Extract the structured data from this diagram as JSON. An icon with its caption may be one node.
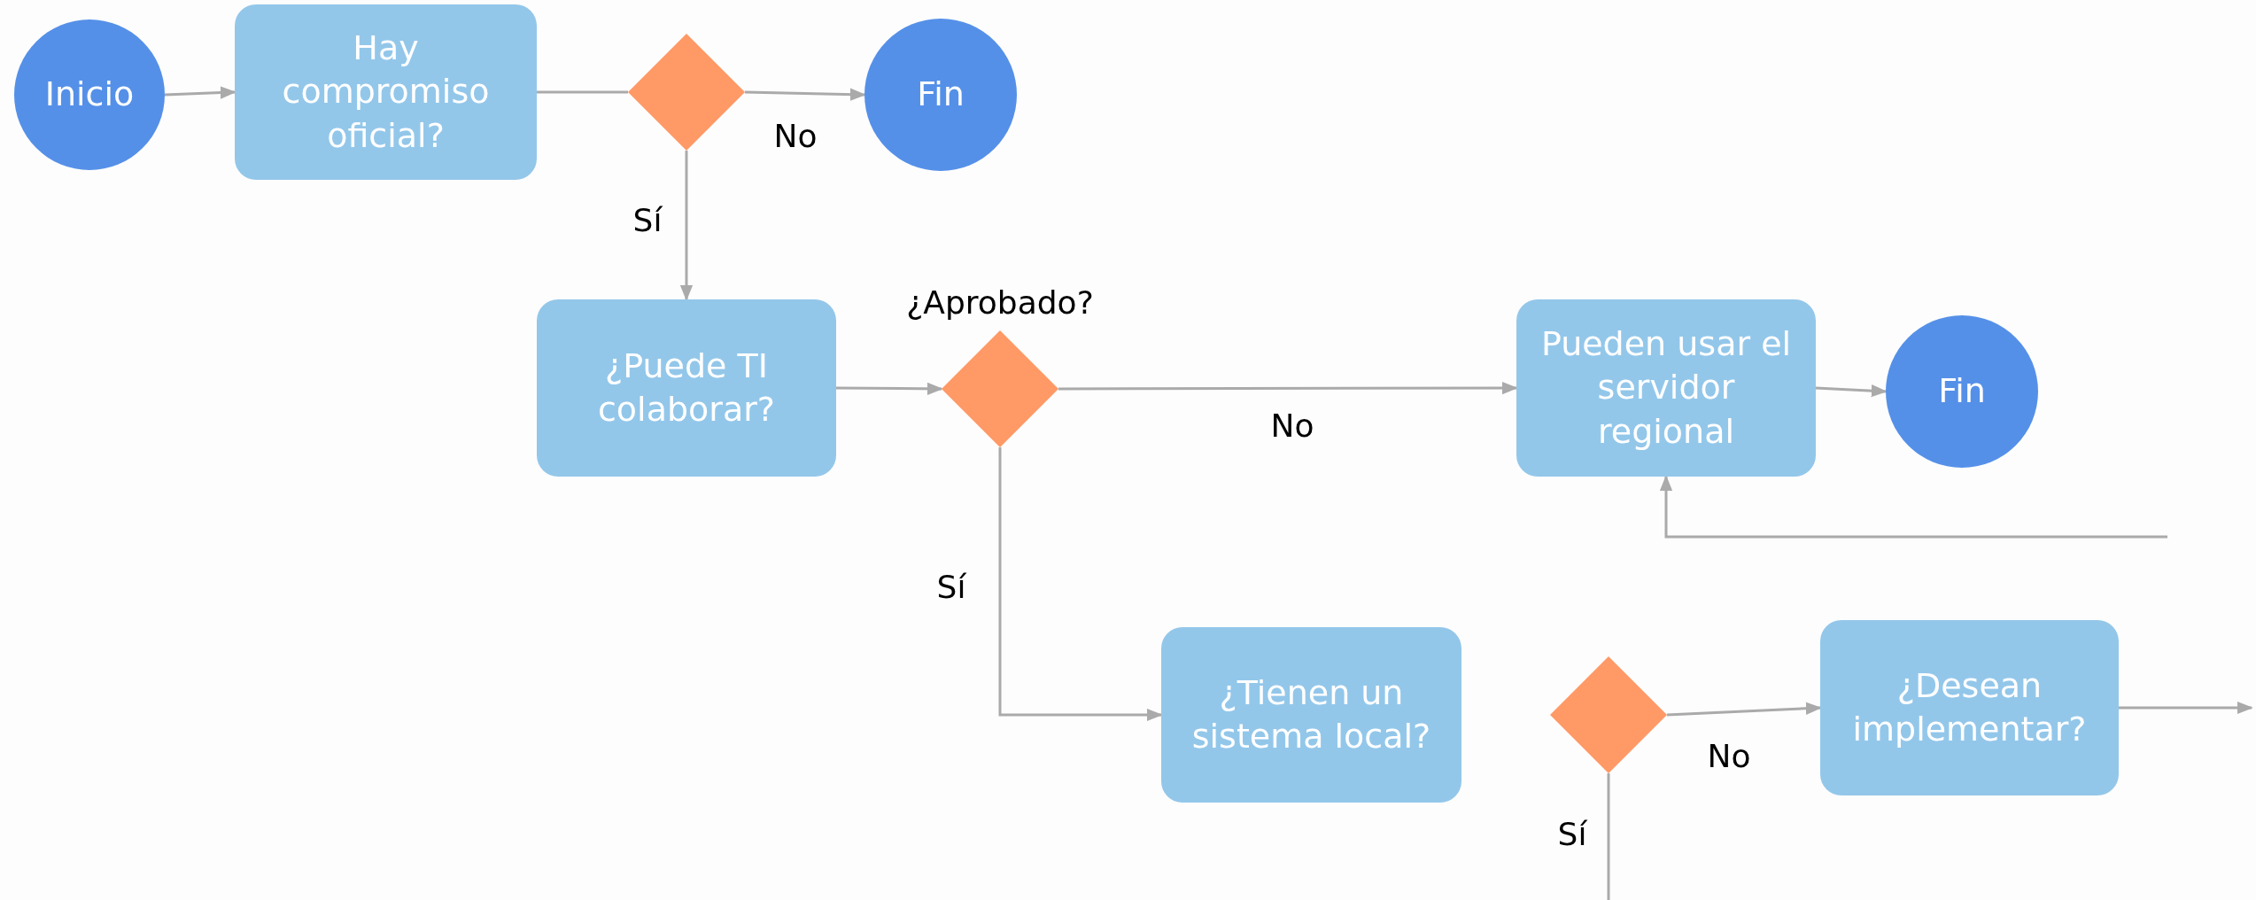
{
  "diagram": {
    "nodes": [
      {
        "text": [
          "Inicio"
        ]
      },
      {
        "text": [
          "Hay compromiso oficial?"
        ]
      },
      {
        "text": [],
        "shape": "diamond"
      },
      {
        "text": [
          "Fin"
        ]
      },
      {
        "text": [
          "¿Puede TI colaborar?"
        ]
      },
      {
        "text": [],
        "shape": "diamond",
        "beside": [
          "¿Aprobado?"
        ]
      },
      {
        "text": [
          "Pueden usar el servidor regional"
        ]
      },
      {
        "text": [
          "Fin"
        ]
      },
      {
        "text": [
          "¿Tienen un sistema local?"
        ]
      },
      {
        "text": [],
        "shape": "diamond"
      },
      {
        "text": [
          "¿Desean implementar?"
        ]
      }
    ],
    "edges": [
      {
        "from": 0,
        "to": 1,
        "arrow": "to"
      },
      {
        "from": 1,
        "to": 2,
        "arrow": "none"
      },
      {
        "from": 2,
        "to": 3,
        "arrow": "to",
        "label": "No"
      },
      {
        "from": 2,
        "to": 4,
        "arrow": "to",
        "label": "Sí"
      },
      {
        "from": 4,
        "to": 5,
        "arrow": "to"
      },
      {
        "from": 5,
        "to": 6,
        "arrow": "to",
        "label": "No"
      },
      {
        "from": 5,
        "to": 8,
        "arrow": "to",
        "label": "Sí"
      },
      {
        "from": 6,
        "to": 7,
        "arrow": "to"
      },
      {
        "from": 9,
        "to": 10,
        "arrow": "to",
        "label": "No"
      },
      {
        "from": 10,
        "to": null,
        "arrow": "to"
      },
      {
        "from": null,
        "to": 6,
        "arrow": "to"
      },
      {
        "from": 9,
        "to": null,
        "arrow": "none",
        "label": "Sí"
      }
    ]
  }
}
